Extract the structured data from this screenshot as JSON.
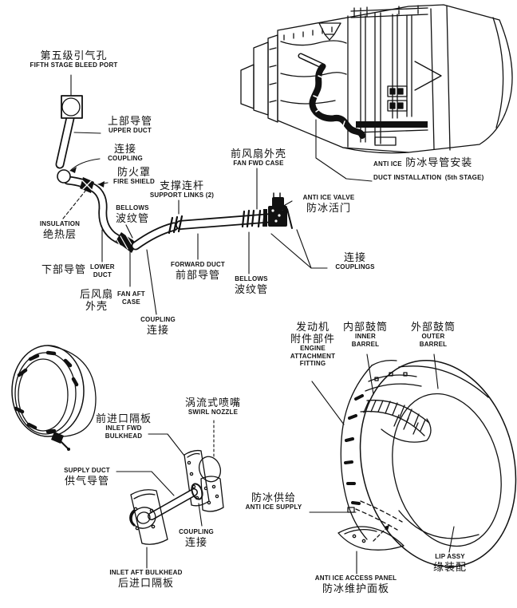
{
  "colors": {
    "line": "#111111",
    "background": "#ffffff"
  },
  "labels": {
    "fifth_stage_bleed_port": {
      "zh": "第五级引气孔",
      "en": "FIFTH STAGE BLEED PORT"
    },
    "upper_duct": {
      "zh": "上部导管",
      "en": "UPPER DUCT"
    },
    "coupling_upper": {
      "zh": "连接",
      "en": "COUPLING"
    },
    "fire_shield": {
      "zh": "防火罩",
      "en": "FIRE SHIELD"
    },
    "support_links": {
      "zh": "支撑连杆",
      "en": "SUPPORT LINKS (2)"
    },
    "fan_fwd_case": {
      "zh": "前风扇外壳",
      "en": "FAN FWD CASE"
    },
    "anti_ice_valve": {
      "en": "ANTI ICE VALVE",
      "zh": "防冰活门"
    },
    "anti_ice_duct_installation": {
      "en_line1": "ANTI ICE",
      "zh": "防冰导管安装",
      "en_line2": "DUCT INSTALLATION",
      "en_line3": "(5th STAGE)"
    },
    "insulation": {
      "en": "INSULATION",
      "zh": "绝热层"
    },
    "bellows_upper": {
      "en": "BELLOWS",
      "zh": "波纹管"
    },
    "lower_duct": {
      "zh": "下部导管",
      "en_lines": [
        "LOWER",
        "DUCT"
      ]
    },
    "forward_duct": {
      "en": "FORWARD DUCT",
      "zh": "前部导管"
    },
    "bellows_lower": {
      "en": "BELLOWS",
      "zh": "波纹管"
    },
    "couplings": {
      "zh": "连接",
      "en": "COUPLINGS"
    },
    "fan_aft_case": {
      "zh_lines": [
        "后风扇",
        "外壳"
      ],
      "en_lines": [
        "FAN AFT",
        "CASE"
      ]
    },
    "coupling_mid": {
      "en": "COUPLING",
      "zh": "连接"
    },
    "engine_attachment_fitting": {
      "zh_lines": [
        "发动机",
        "附件部件"
      ],
      "en_lines": [
        "ENGINE",
        "ATTACHMENT",
        "FITTING"
      ]
    },
    "inner_barrel": {
      "zh": "内部鼓筒",
      "en_lines": [
        "INNER",
        "BARREL"
      ]
    },
    "outer_barrel": {
      "zh": "外部鼓筒",
      "en_lines": [
        "OUTER",
        "BARREL"
      ]
    },
    "inlet_fwd_bulkhead": {
      "zh": "前进口隔板",
      "en_lines": [
        "INLET FWD",
        "BULKHEAD"
      ]
    },
    "swirl_nozzle": {
      "zh": "涡流式喷嘴",
      "en": "SWIRL NOZZLE"
    },
    "supply_duct": {
      "en": "SUPPLY DUCT",
      "zh": "供气导管"
    },
    "coupling_lower": {
      "en": "COUPLING",
      "zh": "连接"
    },
    "inlet_aft_bulkhead": {
      "en": "INLET AFT BULKHEAD",
      "zh": "后进口隔板"
    },
    "anti_ice_supply": {
      "zh": "防冰供给",
      "en": "ANTI ICE SUPPLY"
    },
    "anti_ice_access_panel": {
      "en": "ANTI ICE ACCESS PANEL",
      "zh": "防冰维护面板"
    },
    "lip_assy": {
      "en": "LIP ASSY",
      "zh": "缘装配"
    }
  }
}
